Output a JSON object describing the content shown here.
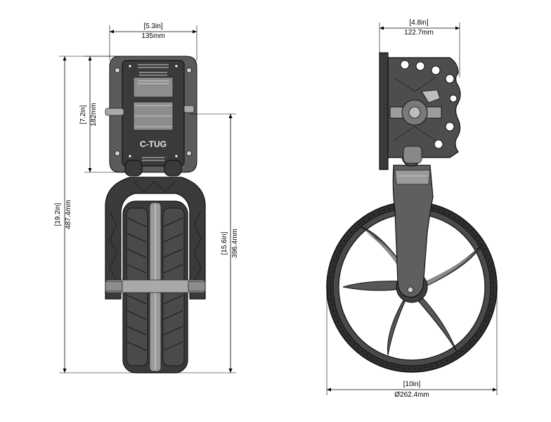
{
  "front_view": {
    "width_in": "[5.3in]",
    "width_mm": "135mm",
    "plate_height_in": "[7.2in]",
    "plate_height_mm": "182mm",
    "overall_height_in": "[19.2in]",
    "overall_height_mm": "487.4mm",
    "mount_to_base_in": "[15.6in]",
    "mount_to_base_mm": "396.4mm",
    "brand_label": "C-TUG"
  },
  "side_view": {
    "bracket_width_in": "[4.8in]",
    "bracket_width_mm": "122.7mm",
    "wheel_diameter_in": "[10in]",
    "wheel_diameter_mm": "Ø262.4mm"
  }
}
